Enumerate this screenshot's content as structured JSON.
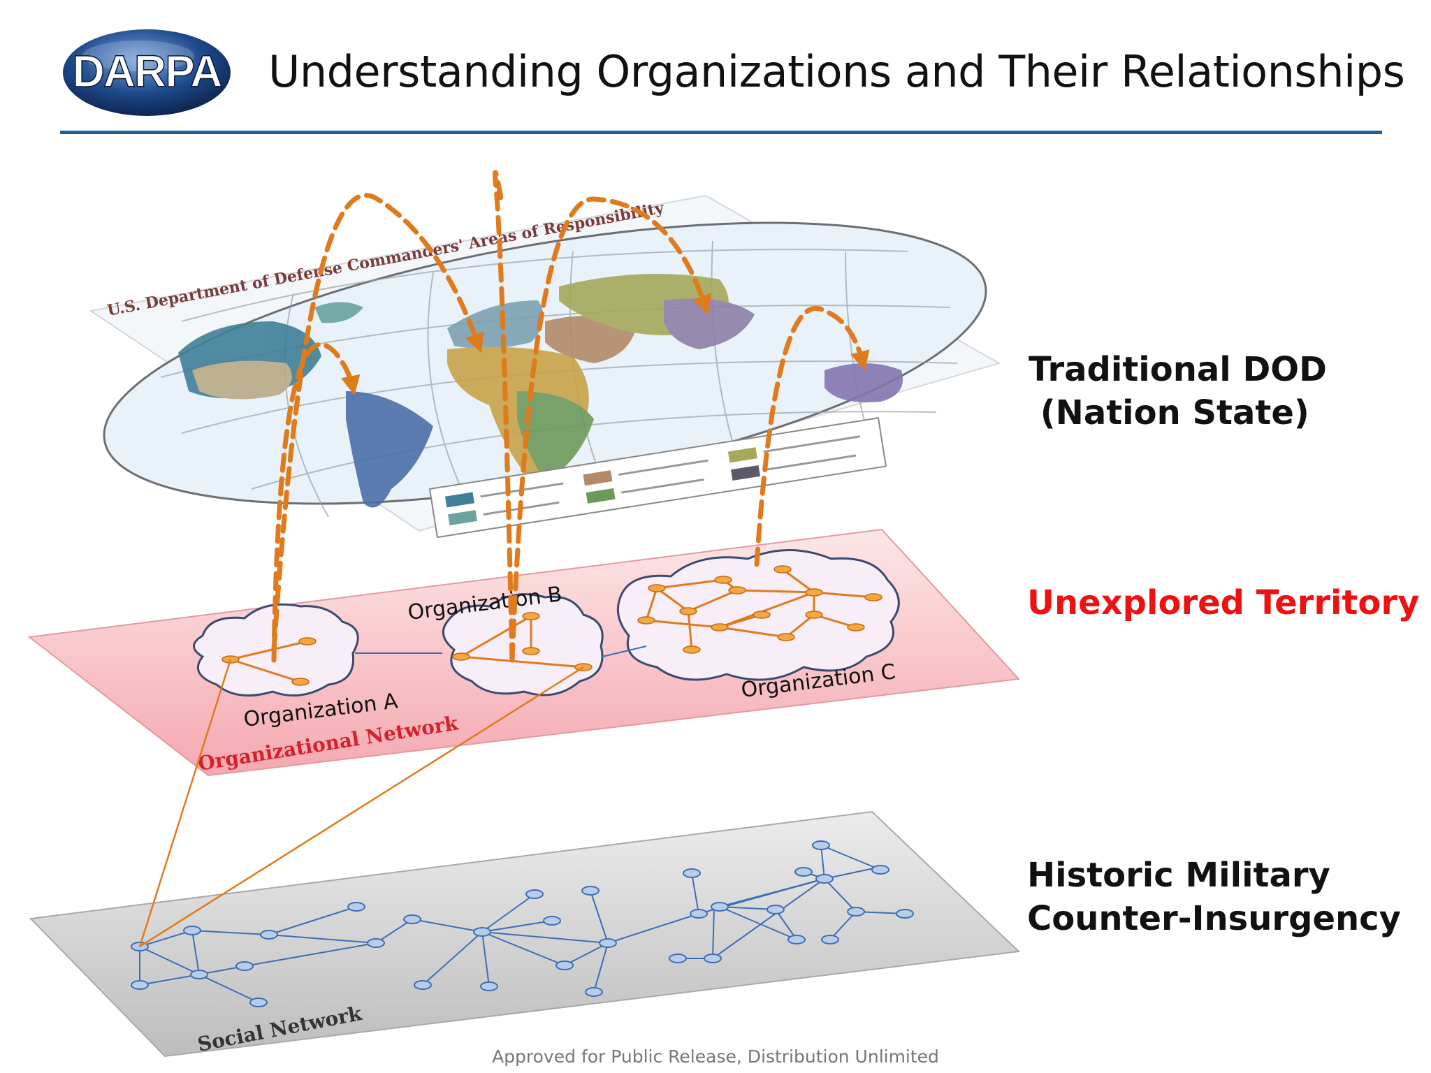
{
  "header": {
    "logo_text": "DARPA",
    "title": "Understanding Organizations and Their Relationships"
  },
  "map_layer": {
    "map_title": "U.S. Department of Defense Commanders' Areas of Responsibility"
  },
  "org_layer": {
    "layer_label": "Organizational Network",
    "organizations": [
      "Organization A",
      "Organization B",
      "Organization C"
    ]
  },
  "social_layer": {
    "layer_label": "Social Network"
  },
  "side_labels": {
    "traditional": "Traditional DOD\n (Nation State)",
    "unexplored": "Unexplored Territory",
    "historic": "Historic Military\nCounter-Insurgency"
  },
  "footer": "Approved for Public Release, Distribution Unlimited",
  "colors": {
    "accent_rule": "#1f5f9c",
    "arrow_orange": "#e07b1d",
    "unexplored_red": "#ee1111",
    "org_plane": "#f7b8be",
    "social_plane": "#c9c9c9",
    "social_line": "#3d6fb5"
  }
}
